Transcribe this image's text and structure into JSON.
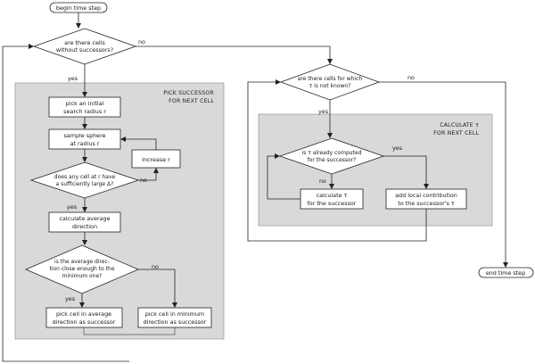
{
  "nodes": {
    "begin": "begin time step",
    "q_cells_without_successors": [
      "are there cells",
      "without successors?"
    ],
    "panel_pick": [
      "PICK SUCCESSOR",
      "FOR NEXT CELL"
    ],
    "pick_initial_radius": [
      "pick an initial",
      "search radius r"
    ],
    "sample_sphere": [
      "sample sphere",
      "at radius r"
    ],
    "increase_r": "increase r",
    "q_large_area": [
      "does any cell at r have",
      "a sufficiently large Δ?"
    ],
    "calc_avg_direction": [
      "calculate average",
      "direction"
    ],
    "q_avg_close": [
      "is the average direc-",
      "tion close enough to the",
      "minimum one?"
    ],
    "pick_avg": [
      "pick cell in average",
      "direction as successor"
    ],
    "pick_min": [
      "pick cell in minimum",
      "direction as successor"
    ],
    "q_unknown": [
      "are there cells for which",
      "τ is not known?"
    ],
    "panel_calc": [
      "CALCULATE τ",
      "FOR NEXT CELL"
    ],
    "q_computed": [
      "is τ already computed",
      "for the successor?"
    ],
    "calc_tau": [
      "calculate τ",
      "for the successor"
    ],
    "add_contribution": [
      "add local contribution",
      "to the successor's τ"
    ],
    "end": "end time step"
  },
  "edge_labels": {
    "yes": "yes",
    "no": "no"
  }
}
